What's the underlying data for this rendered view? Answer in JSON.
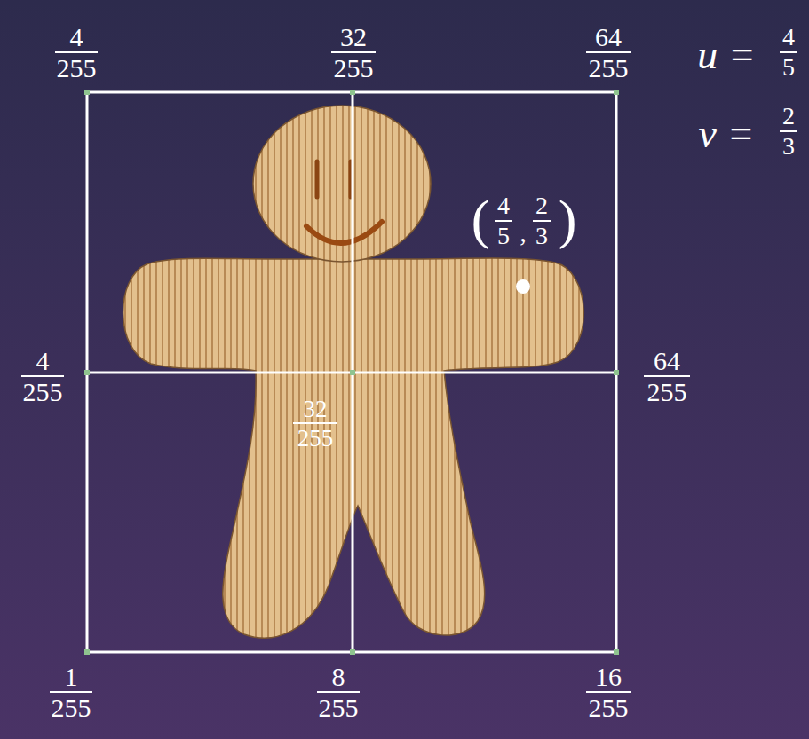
{
  "diagram": {
    "labels": [
      "4",
      "255",
      "32",
      "255",
      "64",
      "255",
      "u =",
      "4",
      "5",
      "v =",
      "2",
      "3",
      "(",
      "4",
      "5",
      ",",
      "2",
      "3",
      ")",
      "4",
      "255",
      "64",
      "255",
      "32",
      "255",
      "1",
      "255",
      "8",
      "255",
      "16",
      "255"
    ]
  }
}
